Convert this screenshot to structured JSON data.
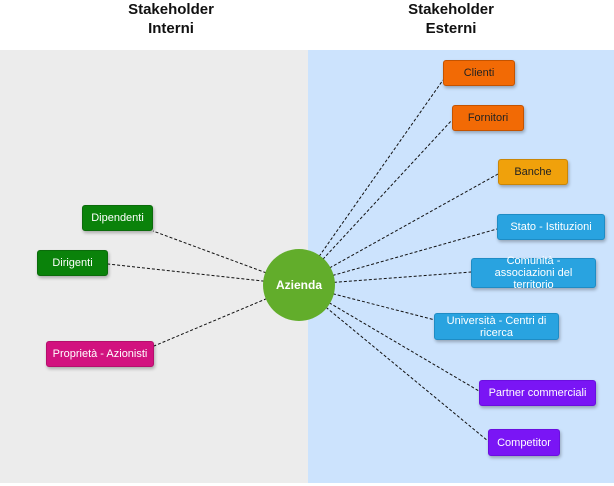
{
  "headings": {
    "internal": [
      "Stakeholder",
      "Interni"
    ],
    "external": [
      "Stakeholder",
      "Esterni"
    ]
  },
  "center": {
    "label": "Azienda",
    "color": "#62ad2b"
  },
  "internal": [
    {
      "label": "Dipendenti",
      "color": "#0a820a"
    },
    {
      "label": "Dirigenti",
      "color": "#0a820a"
    },
    {
      "label": "Proprietà - Azionisti",
      "color": "#d2127f"
    }
  ],
  "external": [
    {
      "label": "Clienti",
      "color": "#f26a05"
    },
    {
      "label": "Fornitori",
      "color": "#f26a05"
    },
    {
      "label": "Banche",
      "color": "#f0a10b"
    },
    {
      "label": "Stato - Istituzioni",
      "color": "#29a3e0"
    },
    {
      "label": "Comunità - associazioni del territorio",
      "color": "#29a3e0"
    },
    {
      "label": "Università - Centri di ricerca",
      "color": "#29a3e0"
    },
    {
      "label": "Partner commerciali",
      "color": "#7a15f5"
    },
    {
      "label": "Competitor",
      "color": "#7a15f5"
    }
  ]
}
